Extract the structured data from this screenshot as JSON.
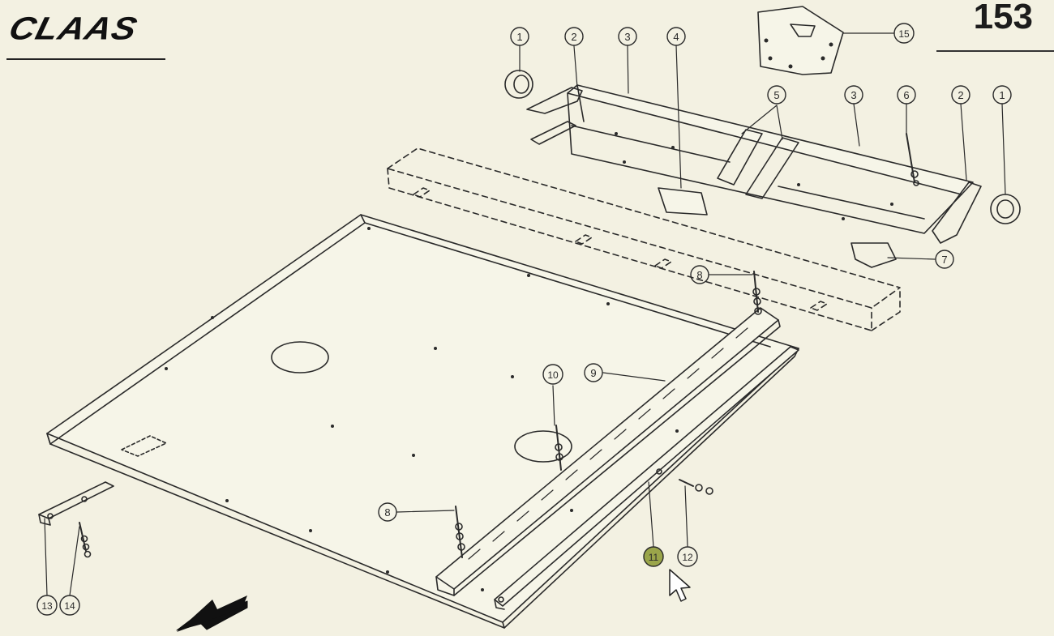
{
  "header": {
    "brand": "CLAAS",
    "page_number": "153"
  },
  "callouts": [
    {
      "id": "c1a",
      "label": "1"
    },
    {
      "id": "c2a",
      "label": "2"
    },
    {
      "id": "c3a",
      "label": "3"
    },
    {
      "id": "c4",
      "label": "4"
    },
    {
      "id": "c15",
      "label": "15"
    },
    {
      "id": "c5",
      "label": "5"
    },
    {
      "id": "c3b",
      "label": "3"
    },
    {
      "id": "c6",
      "label": "6"
    },
    {
      "id": "c2b",
      "label": "2"
    },
    {
      "id": "c1b",
      "label": "1"
    },
    {
      "id": "c7",
      "label": "7"
    },
    {
      "id": "c8a",
      "label": "8"
    },
    {
      "id": "c10",
      "label": "10"
    },
    {
      "id": "c9",
      "label": "9"
    },
    {
      "id": "c8b",
      "label": "8"
    },
    {
      "id": "c11",
      "label": "11"
    },
    {
      "id": "c12",
      "label": "12"
    },
    {
      "id": "c13",
      "label": "13"
    },
    {
      "id": "c14",
      "label": "14"
    }
  ],
  "colors": {
    "background": "#f3f1e2",
    "line": "#2a2a2a",
    "highlight": "#9aa54a"
  },
  "icons": {
    "direction_arrow": "arrow-down-left-icon",
    "cursor": "mouse-pointer-icon"
  }
}
